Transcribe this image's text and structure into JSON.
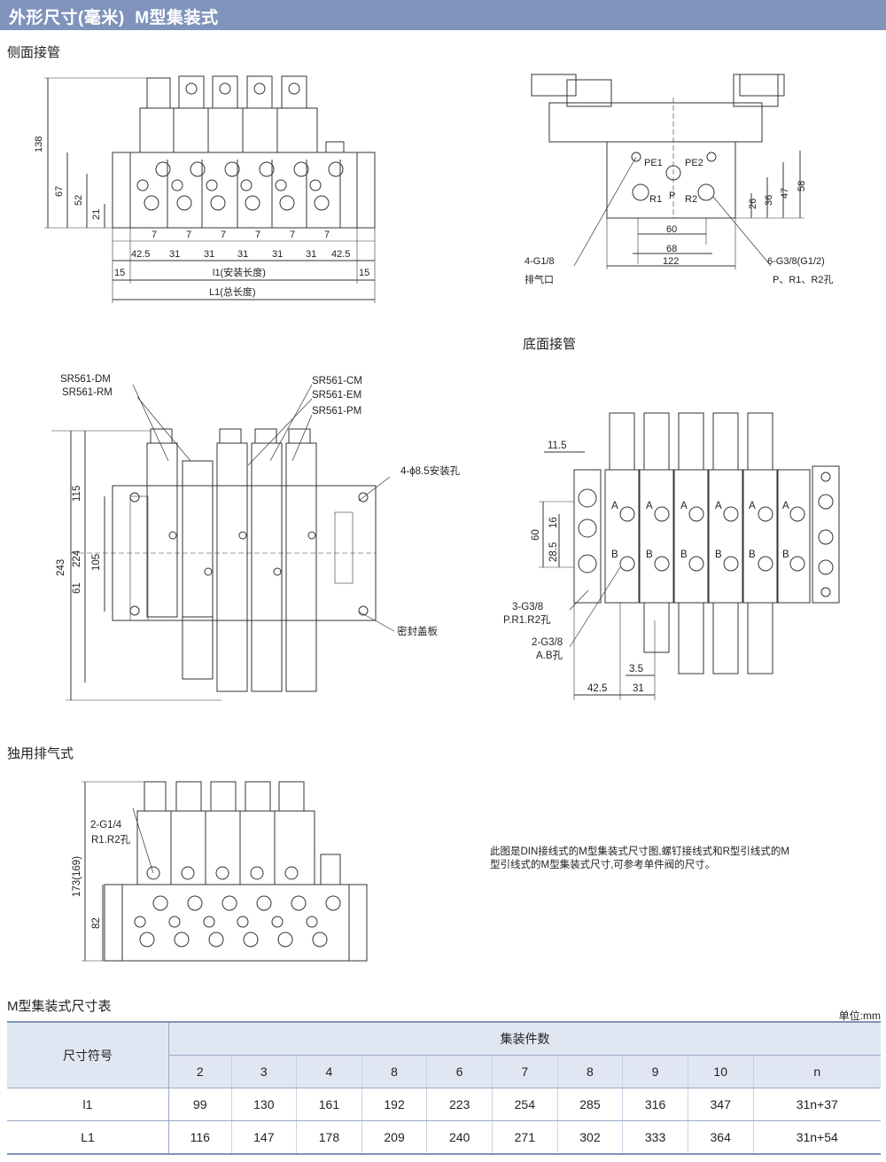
{
  "header": {
    "title": "外形尺寸(毫米)  M型集装式"
  },
  "sections": {
    "side": "侧面接管",
    "bottom": "底面接管",
    "exhaust": "独用排气式"
  },
  "side_view": {
    "h138": "138",
    "h67": "67",
    "h52": "52",
    "h21": "21",
    "pitch7": "7",
    "p42_5": "42.5",
    "p31": "31",
    "p15": "15",
    "l1": "l1(安装长度)",
    "L1": "L1(总长度)"
  },
  "end_view": {
    "pe1": "PE1",
    "pe2": "PE2",
    "p": "P",
    "r1": "R1",
    "r2": "R2",
    "d60": "60",
    "d68": "68",
    "d122": "122",
    "d26": "26",
    "d36": "36",
    "d47": "47",
    "d58": "58",
    "exh_spec": "4-G1/8",
    "exh_name": "排气口",
    "port_spec": "6-G3/8(G1/2)",
    "port_name": "P、R1、R2孔"
  },
  "top_view": {
    "sr_dm": "SR561-DM",
    "sr_rm": "SR561-RM",
    "sr_cm": "SR561-CM",
    "sr_em": "SR561-EM",
    "sr_pm": "SR561-PM",
    "hole": "4-ϕ8.5安装孔",
    "cover": "密封盖板",
    "d243": "243",
    "d224": "224",
    "d115": "115",
    "d105": "105",
    "d61": "61"
  },
  "bottom_view": {
    "d11_5": "11.5",
    "d60": "60",
    "d16": "16",
    "d28_5": "28.5",
    "a": "A",
    "b": "B",
    "pr_spec": "3-G3/8",
    "pr_name": "P.R1.R2孔",
    "ab_spec": "2-G3/8",
    "ab_name": "A.B孔",
    "d3_5": "3.5",
    "d42_5": "42.5",
    "d31": "31"
  },
  "exhaust_view": {
    "spec": "2-G1/4",
    "name": "R1.R2孔",
    "h173": "173(169)",
    "h82": "82"
  },
  "note": "此图是DIN接线式的M型集装式尺寸图,螺钉接线式和R型引线式的M型引线式的M型集装式尺寸,可参考单件阀的尺寸。",
  "table": {
    "title": "M型集装式尺寸表",
    "unit": "单位:mm",
    "symbol_header": "尺寸符号",
    "group_header": "集装件数",
    "columns": [
      "2",
      "3",
      "4",
      "8",
      "6",
      "7",
      "8",
      "9",
      "10",
      "n"
    ],
    "rows": [
      {
        "label": "l1",
        "values": [
          "99",
          "130",
          "161",
          "192",
          "223",
          "254",
          "285",
          "316",
          "347",
          "31n+37"
        ]
      },
      {
        "label": "L1",
        "values": [
          "116",
          "147",
          "178",
          "209",
          "240",
          "271",
          "302",
          "333",
          "364",
          "31n+54"
        ]
      }
    ]
  }
}
